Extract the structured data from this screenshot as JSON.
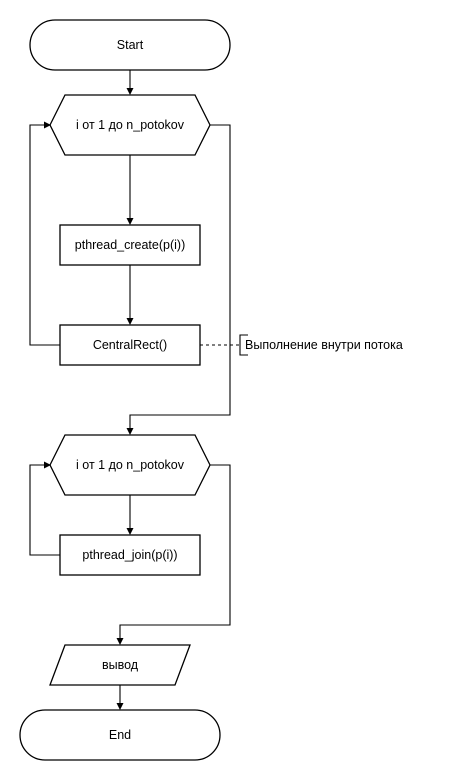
{
  "flowchart": {
    "start": "Start",
    "loop1": "i от 1 до n_potokov",
    "create": "pthread_create(p(i))",
    "central": "CentralRect()",
    "annotation": "Выполнение внутри потока",
    "loop2": "i от 1 до n_potokov",
    "join": "pthread_join(p(i))",
    "output": "вывод",
    "end": "End"
  }
}
